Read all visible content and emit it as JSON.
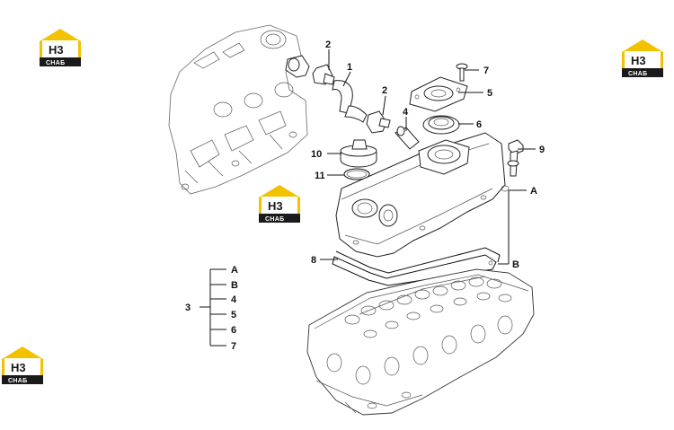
{
  "watermark": {
    "brand_letters": "H3",
    "brand_text": "CHAБ",
    "accent_color": "#f2c200",
    "dark_color": "#1a1a1a"
  },
  "callouts": {
    "c1": "1",
    "c2a": "2",
    "c2b": "2",
    "c4": "4",
    "c5": "5",
    "c6": "6",
    "c7": "7",
    "c8": "8",
    "c9": "9",
    "c10": "10",
    "c11": "11",
    "cA": "A",
    "cB": "B"
  },
  "kit_legend": {
    "group_number": "3",
    "items": [
      "A",
      "B",
      "4",
      "5",
      "6",
      "7"
    ]
  }
}
